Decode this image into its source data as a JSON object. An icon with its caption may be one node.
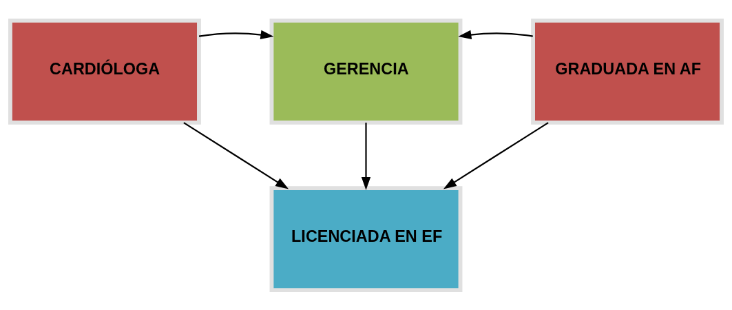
{
  "diagram": {
    "nodes": [
      {
        "text": [
          "CARDIÓLOGA"
        ]
      },
      {
        "text": [
          "GERENCIA"
        ]
      },
      {
        "text": [
          "GRADUADA EN AF"
        ]
      },
      {
        "text": [
          "LICENCIADA EN EF"
        ]
      }
    ],
    "edges": [
      {
        "from": 0,
        "to": 1,
        "arrow": "to"
      },
      {
        "from": 2,
        "to": 1,
        "arrow": "to"
      },
      {
        "from": 0,
        "to": 3,
        "arrow": "to"
      },
      {
        "from": 1,
        "to": 3,
        "arrow": "to"
      },
      {
        "from": 2,
        "to": 3,
        "arrow": "to"
      }
    ]
  }
}
